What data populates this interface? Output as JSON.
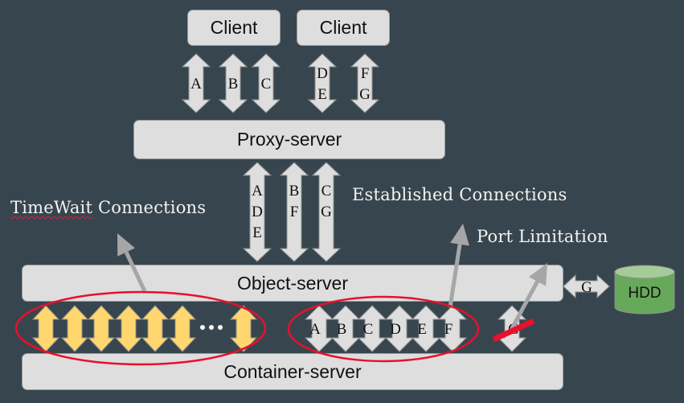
{
  "diagram": {
    "clients": [
      {
        "label": "Client",
        "connections": [
          "A",
          "B",
          "C"
        ]
      },
      {
        "label": "Client",
        "connections": [
          "D\nE",
          "F\nG"
        ]
      }
    ],
    "proxy_server": {
      "label": "Proxy-server",
      "connections_to_object": [
        "A\nD\nE",
        "B\nF",
        "C\nG"
      ]
    },
    "object_server": {
      "label": "Object-server"
    },
    "container_server": {
      "label": "Container-server"
    },
    "hdd": {
      "label": "HDD",
      "connection": "G"
    },
    "annotations": {
      "timewait": {
        "word1": "TimeWait",
        "word2": "Connections"
      },
      "established": "Established Connections",
      "port_limitation": "Port Limitation"
    },
    "timewait_group": {
      "arrow_count_visible": 7,
      "ellipsis": "···"
    },
    "established_group": {
      "connections": [
        "A",
        "B",
        "C",
        "D",
        "E",
        "F"
      ]
    },
    "blocked_connection": {
      "label": "G"
    },
    "colors": {
      "background": "#37464e",
      "box_fill": "#dedede",
      "arrow_white": "#dedede",
      "arrow_yellow": "#ffd76e",
      "highlight_red": "#e8102a",
      "pointer_gray": "#a6a6a6",
      "hdd_green": "#67a95a",
      "hdd_top": "#a5cc98"
    }
  }
}
